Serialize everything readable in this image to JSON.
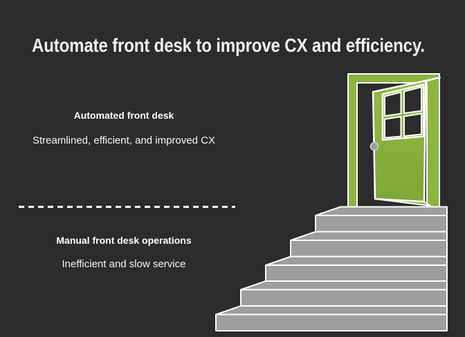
{
  "slide": {
    "title": "Automate front desk to improve CX and efficiency.",
    "upper": {
      "heading": "Automated front desk",
      "description": "Streamlined, efficient, and improved CX"
    },
    "lower": {
      "heading": "Manual front desk operations",
      "description": "Inefficient and slow service"
    },
    "divider": {
      "style": "dashed",
      "color": "#ffffff"
    },
    "illustration": {
      "name": "open-green-door-atop-stairs",
      "stairs_steps": 5,
      "window_panes": 4
    },
    "colors": {
      "background": "#2c2c2c",
      "accent_green": "#8cb43f",
      "accent_green_dark": "#7fa637",
      "stair_gray": "#9e9e9e",
      "knob_gray": "#9d9d9d",
      "outline_white": "#ffffff",
      "text": "#f2f2f2"
    }
  }
}
